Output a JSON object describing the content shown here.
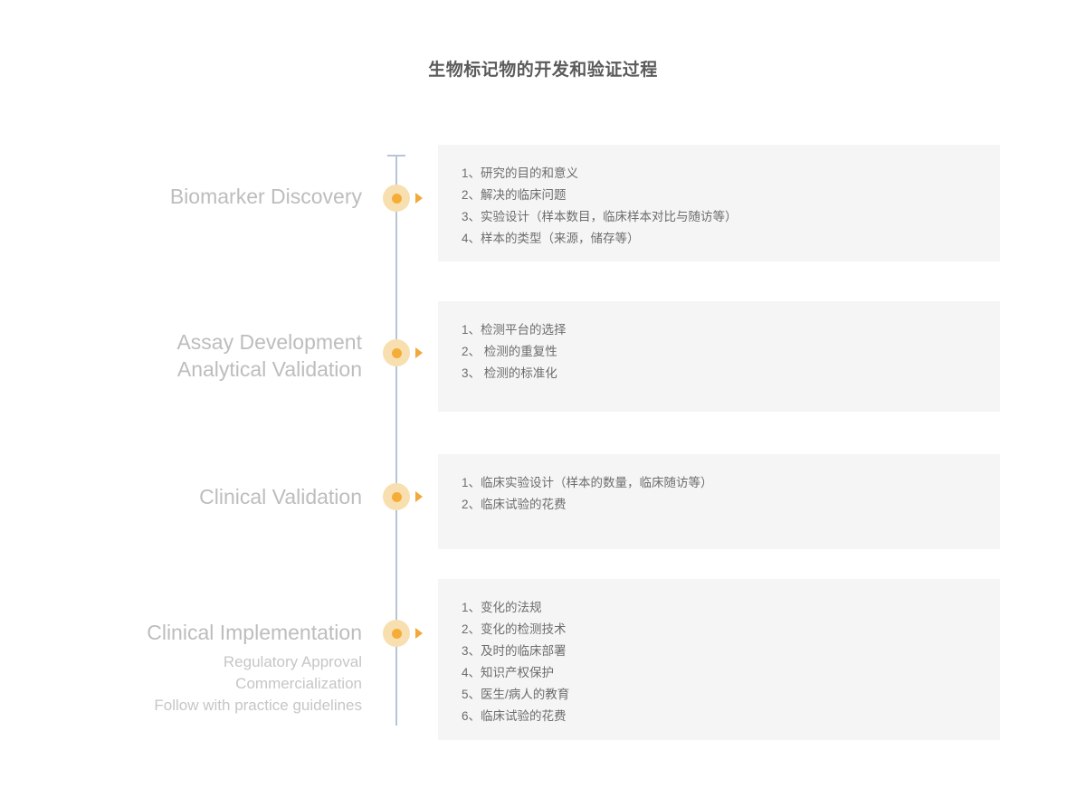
{
  "title": "生物标记物的开发和验证过程",
  "theme": {
    "page_background": "#ffffff",
    "title_color": "#5b5b5b",
    "spine_color": "#b9c4d6",
    "marker_outer_color": "#f8dfb0",
    "marker_inner_color": "#f5ad39",
    "arrow_color": "#f0a93a",
    "panel_background": "#f5f5f6",
    "panel_text_color": "#6d6d6d",
    "stage_label_color": "#bdbdbd",
    "stage_sublabel_color": "#c6c6c6"
  },
  "stages": [
    {
      "label_lines": [
        "Biomarker Discovery"
      ],
      "sub_lines": [],
      "items": [
        "1、研究的目的和意义",
        "2、解决的临床问题",
        "3、实验设计（样本数目，临床样本对比与随访等）",
        "4、样本的类型（来源，储存等）"
      ]
    },
    {
      "label_lines": [
        "Assay Development",
        "Analytical Validation"
      ],
      "sub_lines": [],
      "items": [
        "1、检测平台的选择",
        "2、 检测的重复性",
        "3、 检测的标准化"
      ]
    },
    {
      "label_lines": [
        "Clinical Validation"
      ],
      "sub_lines": [],
      "items": [
        "1、临床实验设计（样本的数量，临床随访等）",
        "2、临床试验的花费"
      ]
    },
    {
      "label_lines": [
        "Clinical Implementation"
      ],
      "sub_lines": [
        "Regulatory Approval",
        "Commercialization",
        "Follow with practice guidelines"
      ],
      "items": [
        "1、变化的法规",
        "2、变化的检测技术",
        "3、及时的临床部署",
        "4、知识产权保护",
        "5、医生/病人的教育",
        "6、临床试验的花费"
      ]
    }
  ]
}
